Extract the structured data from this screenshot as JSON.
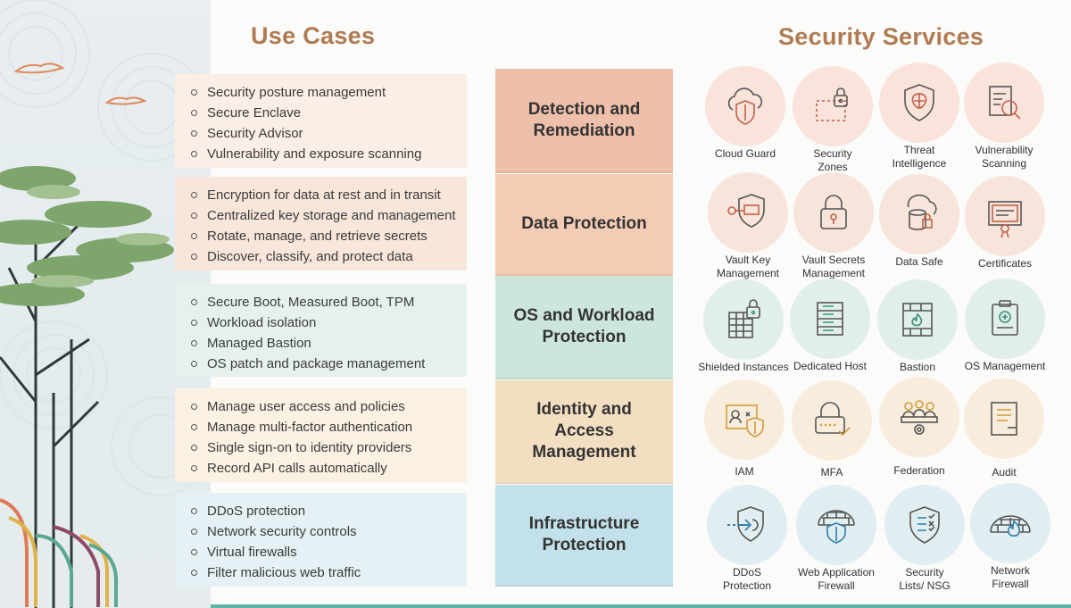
{
  "headings": {
    "use_cases": "Use Cases",
    "security_services": "Security Services"
  },
  "rows": [
    {
      "category": "Detection and Remediation",
      "use_cases": [
        "Security posture management",
        "Secure Enclave",
        "Security Advisor",
        "Vulnerability and exposure scanning"
      ],
      "services": [
        {
          "label": "Cloud Guard",
          "icon": "cloud-shield-icon"
        },
        {
          "label": "Security Zones",
          "icon": "lock-zone-icon"
        },
        {
          "label": "Threat Intelligence",
          "icon": "brain-shield-icon"
        },
        {
          "label": "Vulnerability Scanning",
          "icon": "document-magnifier-icon"
        }
      ]
    },
    {
      "category": "Data Protection",
      "use_cases": [
        "Encryption for data at rest and in transit",
        "Centralized key storage and management",
        "Rotate, manage, and retrieve secrets",
        "Discover, classify, and protect data"
      ],
      "services": [
        {
          "label": "Vault Key Management",
          "icon": "key-shield-icon"
        },
        {
          "label": "Vault Secrets Management",
          "icon": "padlock-icon"
        },
        {
          "label": "Data Safe",
          "icon": "database-lock-icon"
        },
        {
          "label": "Certificates",
          "icon": "certificate-icon"
        }
      ]
    },
    {
      "category": "OS and Workload Protection",
      "use_cases": [
        "Secure Boot, Measured Boot, TPM",
        "Workload isolation",
        "Managed Bastion",
        "OS patch and package management"
      ],
      "services": [
        {
          "label": "Shielded Instances",
          "icon": "server-lock-icon"
        },
        {
          "label": "Dedicated Host",
          "icon": "server-rack-icon"
        },
        {
          "label": "Bastion",
          "icon": "firewall-server-icon"
        },
        {
          "label": "OS Management",
          "icon": "clipboard-plus-icon"
        }
      ]
    },
    {
      "category": "Identity and Access Management",
      "use_cases": [
        "Manage user access and policies",
        "Manage multi-factor authentication",
        "Single sign-on to identity providers",
        "Record API calls automatically"
      ],
      "services": [
        {
          "label": "IAM",
          "icon": "id-card-shield-icon"
        },
        {
          "label": "MFA",
          "icon": "password-lock-icon"
        },
        {
          "label": "Federation",
          "icon": "people-gear-icon"
        },
        {
          "label": "Audit",
          "icon": "document-list-icon"
        }
      ]
    },
    {
      "category": "Infrastructure Protection",
      "use_cases": [
        "DDoS protection",
        "Network security controls",
        "Virtual firewalls",
        "Filter malicious web traffic"
      ],
      "services": [
        {
          "label": "DDoS Protection",
          "icon": "shield-arrow-icon"
        },
        {
          "label": "Web Application Firewall",
          "icon": "wall-shield-icon"
        },
        {
          "label": "Security Lists/ NSG",
          "icon": "shield-checklist-icon"
        },
        {
          "label": "Network Firewall",
          "icon": "wall-fire-icon"
        }
      ]
    }
  ]
}
